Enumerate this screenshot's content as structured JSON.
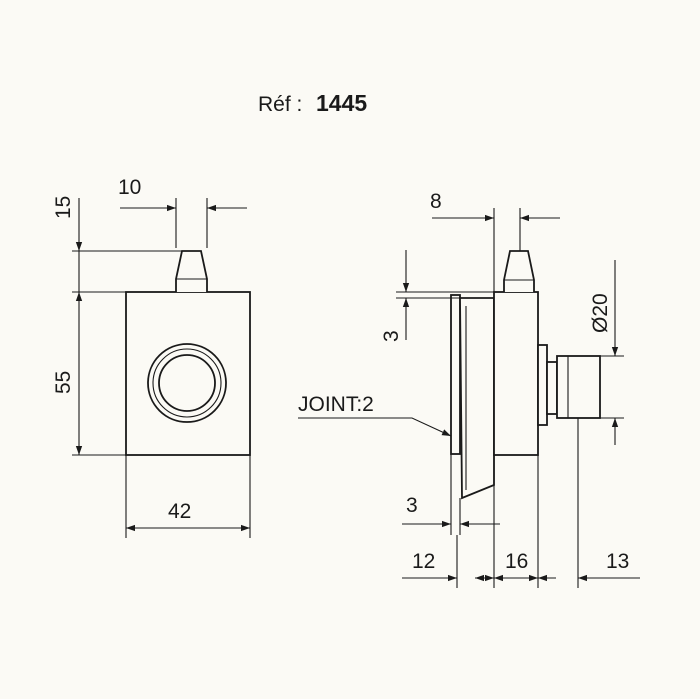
{
  "title": {
    "prefix": "Réf :",
    "ref": "1445"
  },
  "front_view": {
    "dim_width": "42",
    "dim_height": "55",
    "dim_stud_width": "10",
    "dim_stud_height": "15"
  },
  "side_view": {
    "dim_stud_width": "8",
    "dim_top_offset": "3",
    "dim_diameter": "Ø20",
    "joint_label": "JOINT:2",
    "dim_joint_thickness": "3",
    "dim_bottom_12": "12",
    "dim_bottom_16": "16",
    "dim_bottom_13": "13"
  }
}
